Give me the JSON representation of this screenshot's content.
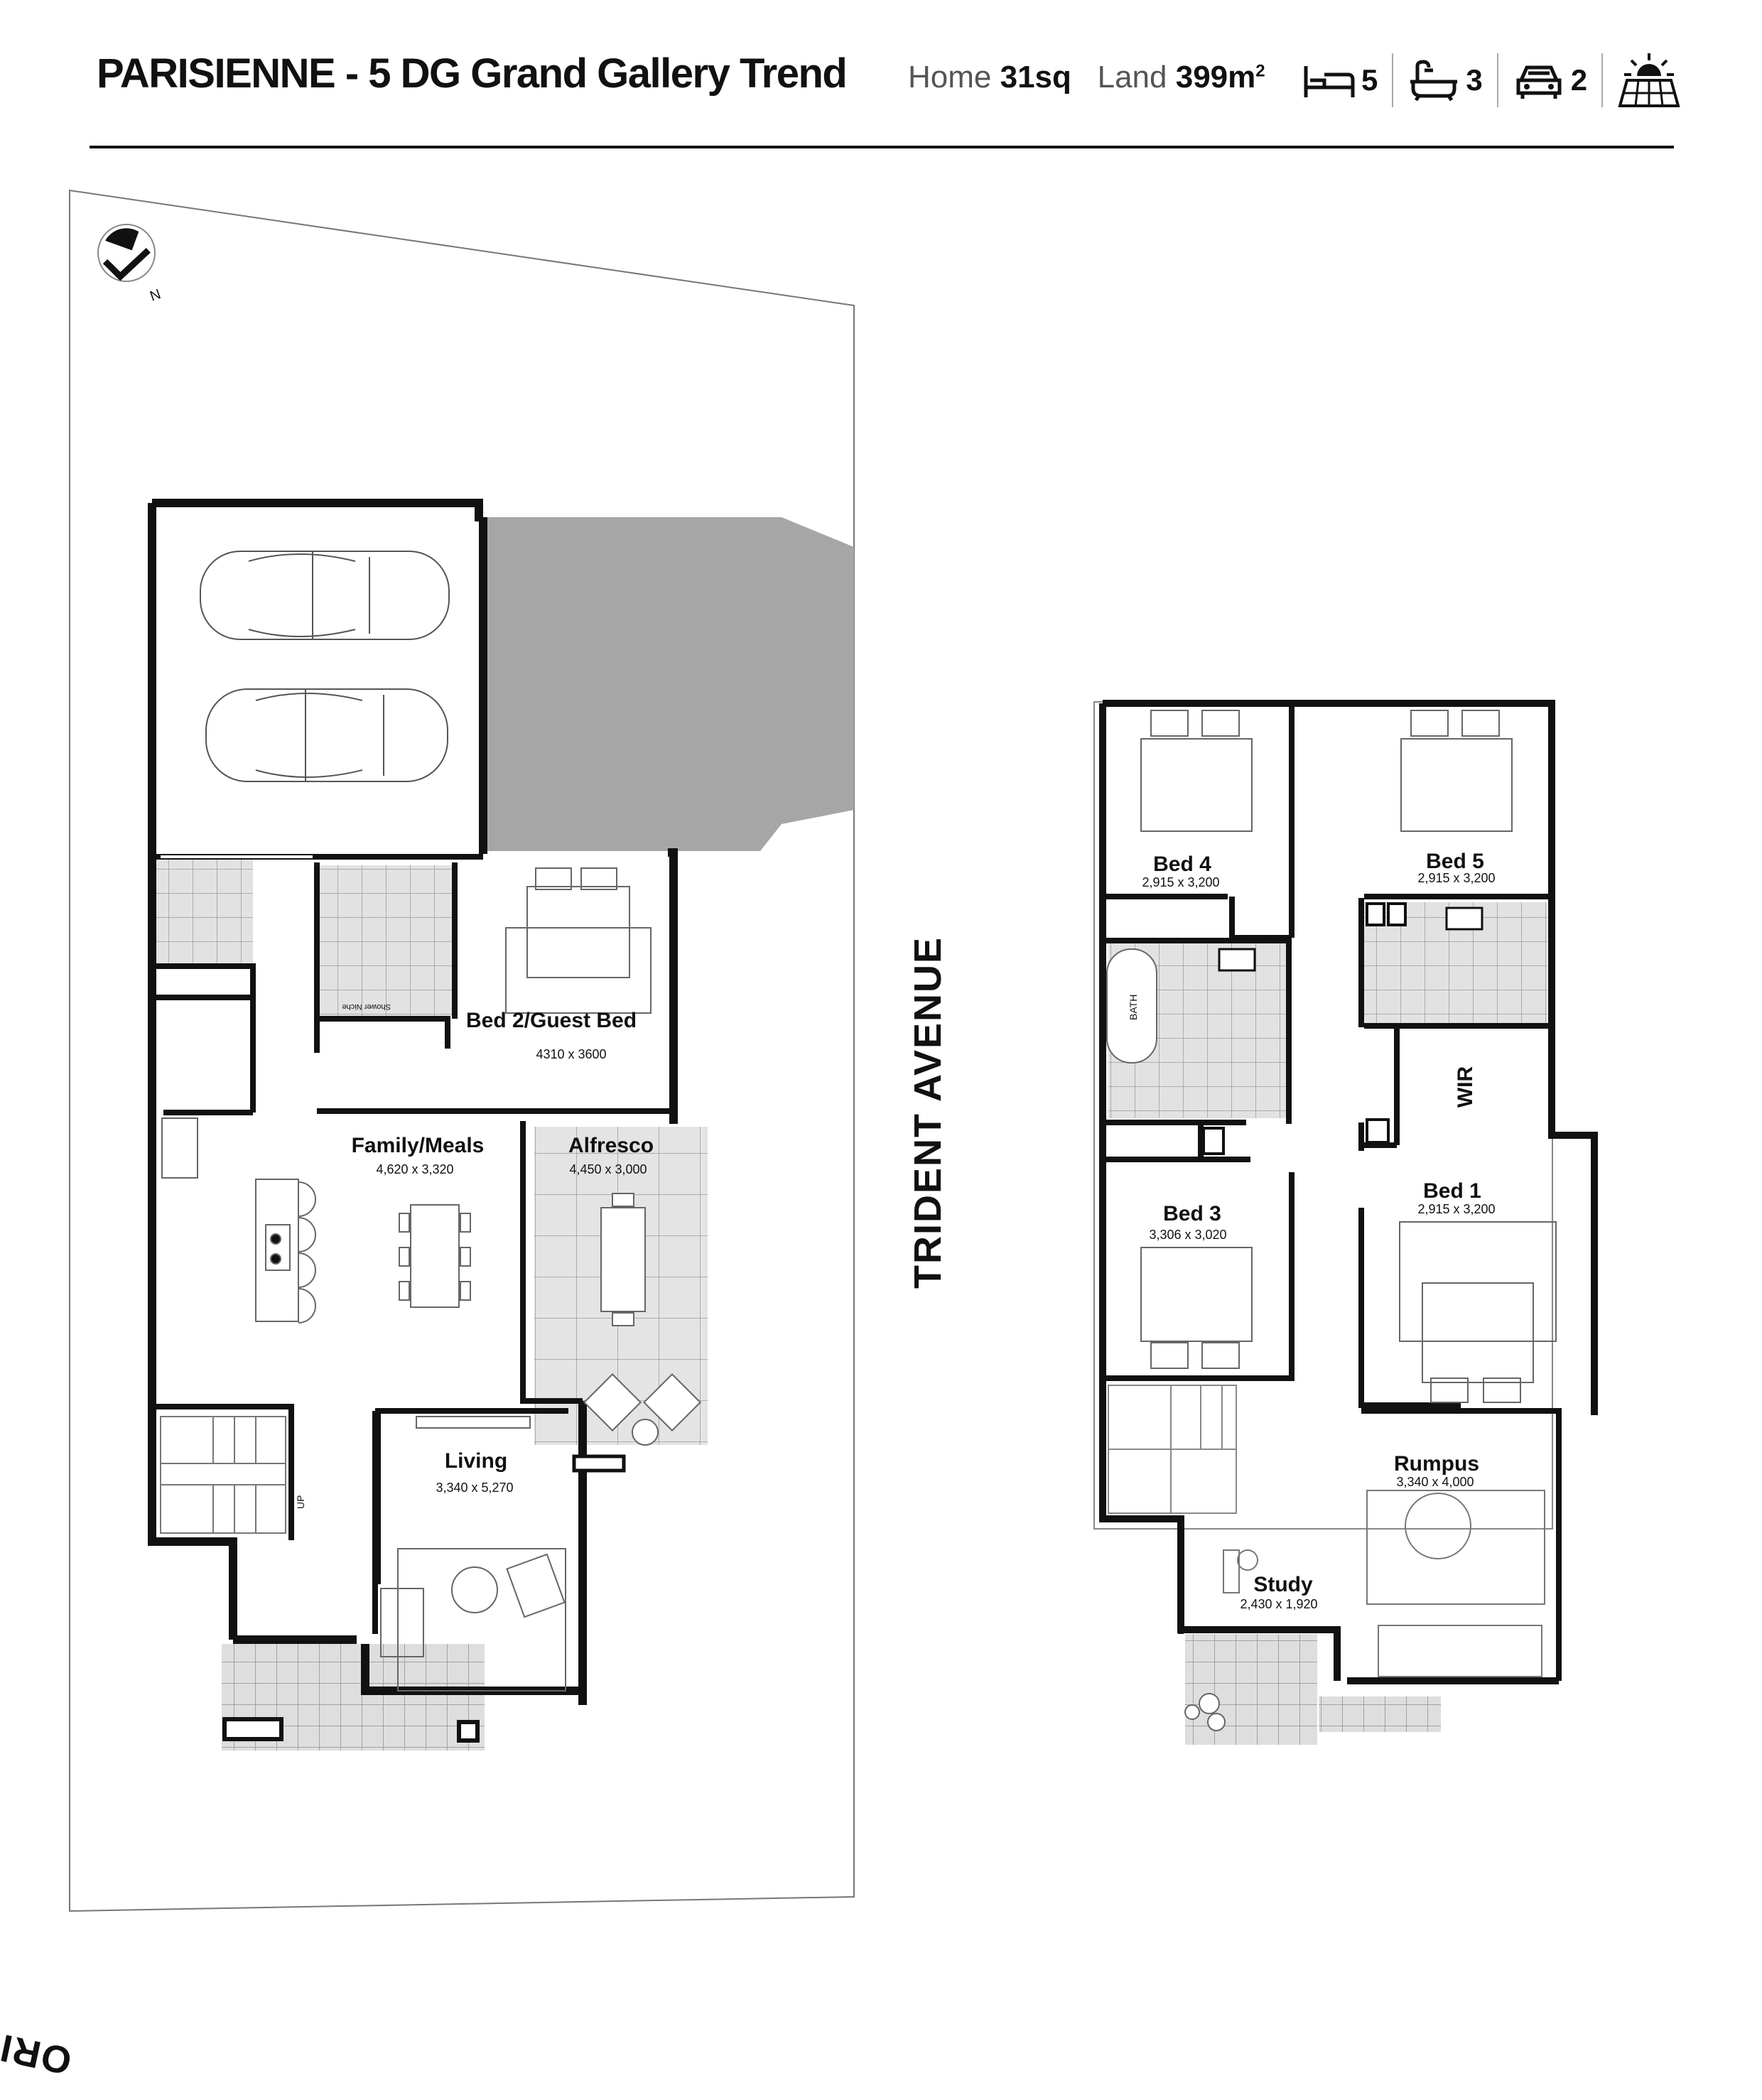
{
  "header": {
    "title": "PARISIENNE - 5 DG Grand Gallery Trend",
    "home_label": "Home",
    "home_value": "31sq",
    "land_label": "Land",
    "land_value": "399m",
    "land_unit_sup": "2",
    "bedrooms": "5",
    "bathrooms": "3",
    "car_spaces": "2",
    "icons": [
      "bed-icon",
      "bath-icon",
      "car-icon",
      "solar-panel-icon"
    ]
  },
  "streets": {
    "side": "TRIDENT AVENUE",
    "front": "ORIGMA STREET"
  },
  "compass": {
    "label": "N"
  },
  "ground_floor": {
    "rooms": [
      {
        "name": "Bed 2/Guest Bed",
        "dims": "4310 x 3600"
      },
      {
        "name": "Family/Meals",
        "dims": "4,620 x 3,320"
      },
      {
        "name": "Alfresco",
        "dims": "4,450 x 3,000"
      },
      {
        "name": "Living",
        "dims": "3,340 x 5,270"
      }
    ],
    "notes": {
      "shower_niche": "Shower Niche",
      "stairs": "UP"
    }
  },
  "upper_floor": {
    "rooms": [
      {
        "name": "Bed 4",
        "dims": "2,915 x 3,200"
      },
      {
        "name": "Bed 5",
        "dims": "2,915 x 3,200"
      },
      {
        "name": "Bed 3",
        "dims": "3,306 x 3,020"
      },
      {
        "name": "Bed 1",
        "dims": "2,915 x 3,200"
      },
      {
        "name": "Rumpus",
        "dims": "3,340 x 4,000"
      },
      {
        "name": "Study",
        "dims": "2,430 x 1,920"
      },
      {
        "name": "WIR",
        "dims": ""
      }
    ],
    "notes": {
      "bath": "BATH"
    }
  }
}
